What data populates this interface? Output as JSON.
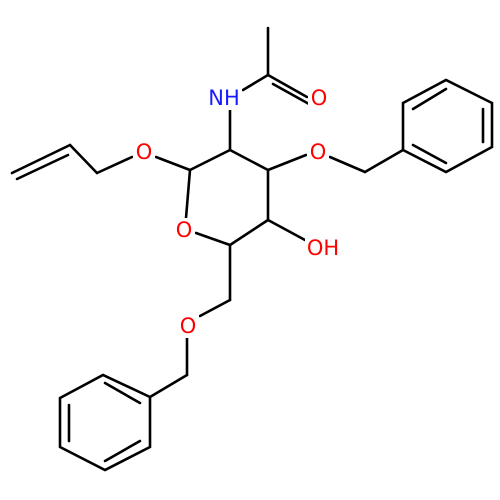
{
  "colors": {
    "bond": "#000000",
    "oxygen": "#ff0000",
    "nitrogen": "#1a1aff",
    "background": "#ffffff"
  },
  "atoms": {
    "nh": {
      "text": "NH",
      "element": "N"
    },
    "o_carbonyl": {
      "text": "O",
      "element": "O"
    },
    "o_allyl": {
      "text": "O",
      "element": "O"
    },
    "o_benzyl_ring": {
      "text": "O",
      "element": "O"
    },
    "o_ring": {
      "text": "O",
      "element": "O"
    },
    "oh": {
      "text": "OH",
      "element": "O"
    },
    "o_benzyl_chain": {
      "text": "O",
      "element": "O"
    }
  }
}
